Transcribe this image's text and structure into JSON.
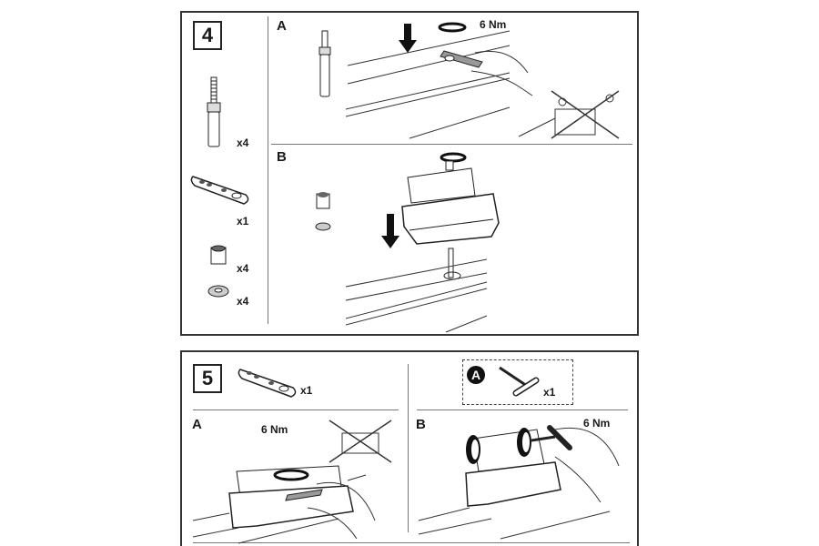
{
  "step4": {
    "number": "4",
    "parts": [
      {
        "name": "threaded-bolt-spacer",
        "qty": "x4"
      },
      {
        "name": "wrench-plate",
        "qty": "x1"
      },
      {
        "name": "hex-nut",
        "qty": "x4"
      },
      {
        "name": "spring-washer",
        "qty": "x4"
      }
    ],
    "panel_a": {
      "label": "A",
      "torque": "6 Nm"
    },
    "panel_b": {
      "label": "B"
    }
  },
  "step5": {
    "number": "5",
    "parts": [
      {
        "name": "wrench-plate",
        "qty": "x1"
      }
    ],
    "tool": {
      "badge": "A",
      "qty": "x1"
    },
    "panel_a": {
      "label": "A",
      "torque": "6 Nm"
    },
    "panel_b": {
      "label": "B",
      "torque": "6 Nm"
    }
  }
}
